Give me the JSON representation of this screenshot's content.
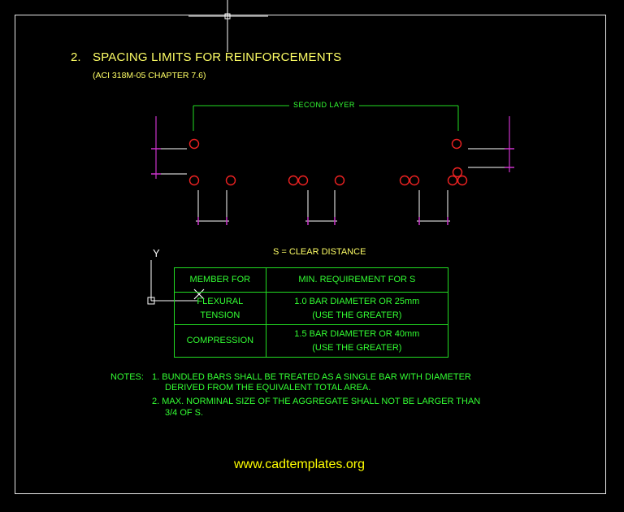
{
  "heading": {
    "number": "2.",
    "title": "SPACING LIMITS FOR REINFORCEMENTS",
    "reference": "(ACI 318M-05 CHAPTER 7.6)"
  },
  "diagram": {
    "second_layer_label": "SECOND LAYER",
    "clear_distance_definition": "S = CLEAR DISTANCE",
    "ucs_axis_label": "Y"
  },
  "table": {
    "headers": [
      "MEMBER FOR",
      "MIN. REQUIREMENT FOR S"
    ],
    "rows": [
      {
        "member": [
          "FLEXURAL",
          "TENSION"
        ],
        "requirement": [
          "1.0 BAR DIAMETER OR 25mm",
          "(USE THE GREATER)"
        ]
      },
      {
        "member": [
          "COMPRESSION"
        ],
        "requirement": [
          "1.5 BAR DIAMETER OR 40mm",
          "(USE THE GREATER)"
        ]
      }
    ]
  },
  "notes": {
    "label": "NOTES:",
    "items": [
      [
        "1. BUNDLED BARS SHALL BE TREATED AS A SINGLE BAR WITH DIAMETER",
        "DERIVED FROM THE EQUIVALENT TOTAL AREA."
      ],
      [
        "2. MAX. NORMINAL SIZE OF THE AGGREGATE SHALL NOT BE LARGER THAN",
        "3/4 OF S."
      ]
    ]
  },
  "footer": {
    "website": "www.cadtemplates.org"
  },
  "colors": {
    "background": "#000000",
    "heading_text": "#ffff66",
    "table_and_notes": "#33ff33",
    "rebar_circles": "#ee2222",
    "dimension_ticks": "#cc33cc",
    "website": "#ffff00"
  }
}
